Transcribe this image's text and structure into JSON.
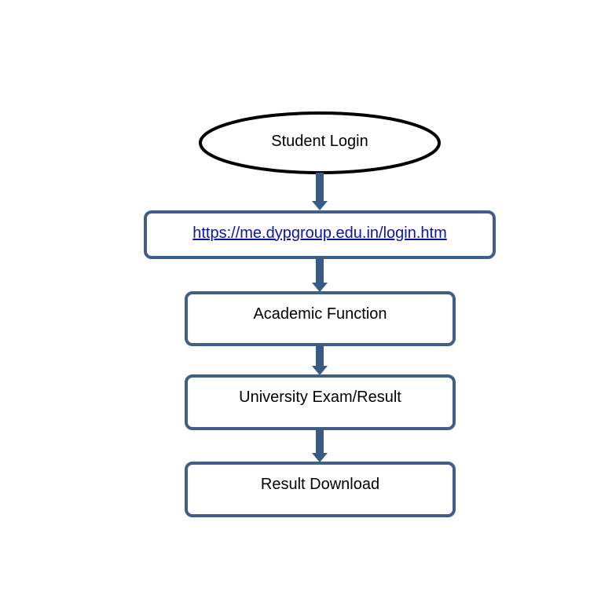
{
  "flow": {
    "start": {
      "label": "Student Login"
    },
    "steps": [
      {
        "label": "https://me.dypgroup.edu.in/login.htm",
        "is_link": true
      },
      {
        "label": "Academic Function"
      },
      {
        "label": "University Exam/Result"
      },
      {
        "label": "Result Download"
      }
    ]
  },
  "colors": {
    "box_border": "#3f5f86",
    "arrow": "#3a5a84",
    "ellipse_border": "#000000",
    "link": "#0b16a6"
  }
}
